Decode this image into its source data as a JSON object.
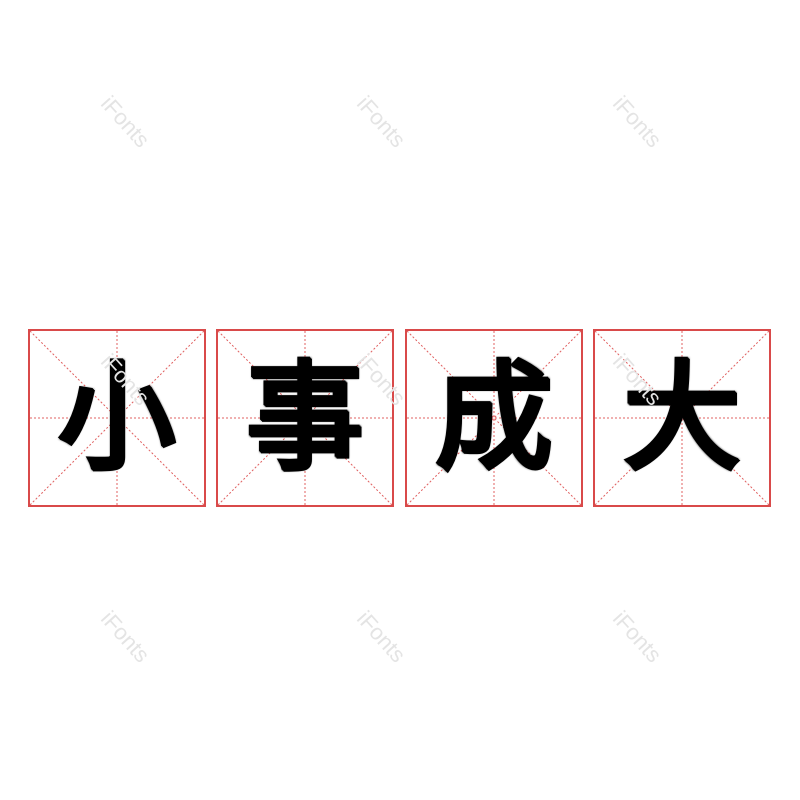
{
  "phrase": {
    "characters": [
      "小",
      "事",
      "成",
      "大"
    ]
  },
  "watermark": {
    "text": "iFonts",
    "color": "#e4e4e4"
  },
  "grid": {
    "border_color": "#d94a4a",
    "guide_color": "#e06060"
  }
}
